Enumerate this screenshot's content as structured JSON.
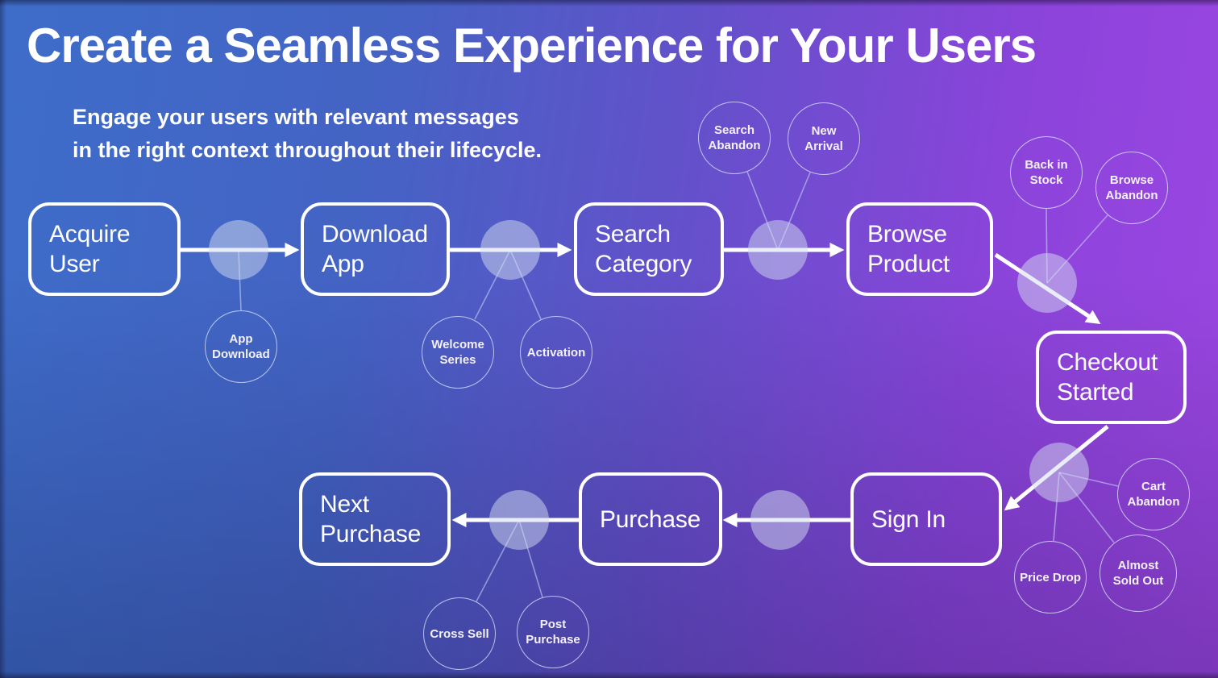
{
  "slide": {
    "title": "Create a Seamless Experience for Your Users",
    "subtitle": [
      "Engage your users with relevant messages",
      "in the right context throughout their lifecycle."
    ]
  },
  "diagram": {
    "stages": [
      "Acquire User",
      "Download App",
      "Search Category",
      "Browse Product",
      "Checkout Started",
      "Sign In",
      "Purchase",
      "Next Purchase"
    ],
    "connectors": [
      {
        "from": "Acquire User",
        "to": "Download App",
        "campaigns": [
          "App Download"
        ]
      },
      {
        "from": "Download App",
        "to": "Search Category",
        "campaigns": [
          "Welcome Series",
          "Activation"
        ]
      },
      {
        "from": "Search Category",
        "to": "Browse Product",
        "campaigns": [
          "Search Abandon",
          "New Arrival"
        ]
      },
      {
        "from": "Browse Product",
        "to": "Checkout Started",
        "campaigns": [
          "Back in Stock",
          "Browse Abandon"
        ]
      },
      {
        "from": "Checkout Started",
        "to": "Sign In",
        "campaigns": [
          "Cart Abandon",
          "Price Drop",
          "Almost Sold Out"
        ]
      },
      {
        "from": "Sign In",
        "to": "Purchase",
        "campaigns": []
      },
      {
        "from": "Purchase",
        "to": "Next Purchase",
        "campaigns": [
          "Cross Sell",
          "Post Purchase"
        ]
      }
    ],
    "colors": {
      "background_left": "#3e6dc9",
      "background_right": "#9d46e3",
      "box_border": "#ffffff",
      "text": "#ffffff",
      "connector_node_fill": "rgba(212,219,240,0.5)",
      "campaign_circle_border": "rgba(218,228,252,0.78)"
    }
  }
}
